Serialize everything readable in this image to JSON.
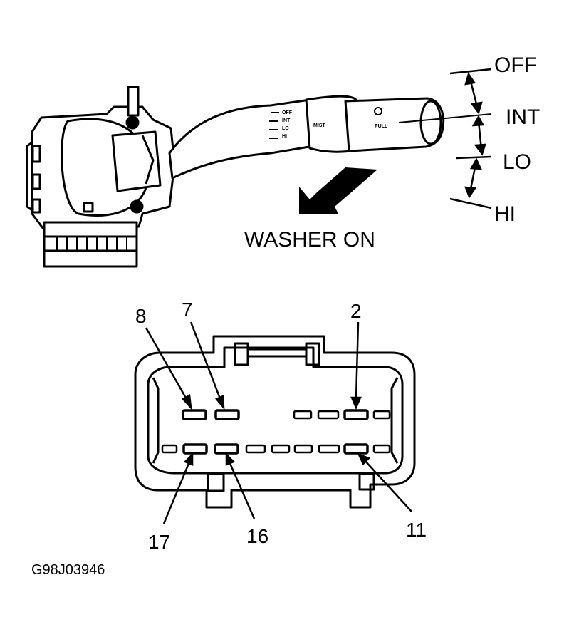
{
  "diagram": {
    "switch_positions": [
      "OFF",
      "INT",
      "LO",
      "HI"
    ],
    "washer_label": "WASHER ON",
    "knob_label": "PULL",
    "stalk_markings": [
      "OFF",
      "INT",
      "LO",
      "HI",
      "MIST"
    ],
    "terminal_numbers": {
      "t8": "8",
      "t7": "7",
      "t2": "2",
      "t17": "17",
      "t16": "16",
      "t11": "11"
    },
    "figure_code": "G98J03946"
  }
}
